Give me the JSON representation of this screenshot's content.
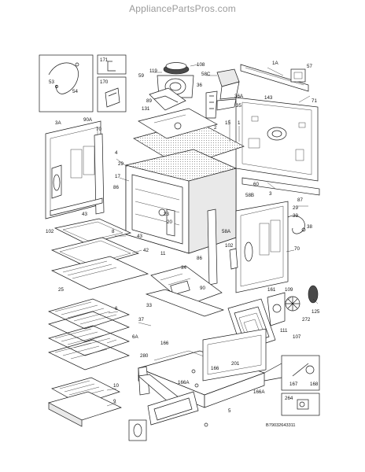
{
  "header": {
    "site": "AppliancePartsPros.com"
  },
  "diagram_code": "B79032643311",
  "labels": {
    "l1A": "1A",
    "l57": "57",
    "l71": "71",
    "l143": "143",
    "l171": "171",
    "l170": "170",
    "l53": "53",
    "l54": "54",
    "l108": "108",
    "l119": "119",
    "l59": "59",
    "l58C": "58C",
    "l36": "36",
    "l35": "35",
    "l36A": "36A",
    "l131": "131",
    "l89": "89",
    "l2": "2",
    "l15": "15",
    "l1": "1",
    "l3A": "3A",
    "l90A": "90A",
    "l70a": "70",
    "l4": "4",
    "l29a": "29",
    "l17": "17",
    "l86a": "86",
    "l43a": "43",
    "l23": "23",
    "l20": "20",
    "l102a": "102",
    "l8": "8",
    "l43b": "43",
    "l42": "42",
    "l11": "11",
    "l25": "25",
    "l60": "60",
    "l58B": "58B",
    "l87": "87",
    "l29b": "29",
    "l39": "39",
    "l38": "38",
    "l3": "3",
    "l58A": "58A",
    "l102b": "102",
    "l70b": "70",
    "l86b": "86",
    "l34": "34",
    "l90": "90",
    "l33": "33",
    "l109": "109",
    "l161": "161",
    "l125": "125",
    "l272": "272",
    "l111": "111",
    "l107": "107",
    "l6": "6",
    "l37": "37",
    "l6A": "6A",
    "l166a": "166",
    "l280": "280",
    "l201": "201",
    "l166b": "166",
    "l166Aa": "166A",
    "l166Ab": "166A",
    "l5": "5",
    "l167": "167",
    "l168": "168",
    "l10": "10",
    "l9": "9",
    "l264": "264"
  }
}
